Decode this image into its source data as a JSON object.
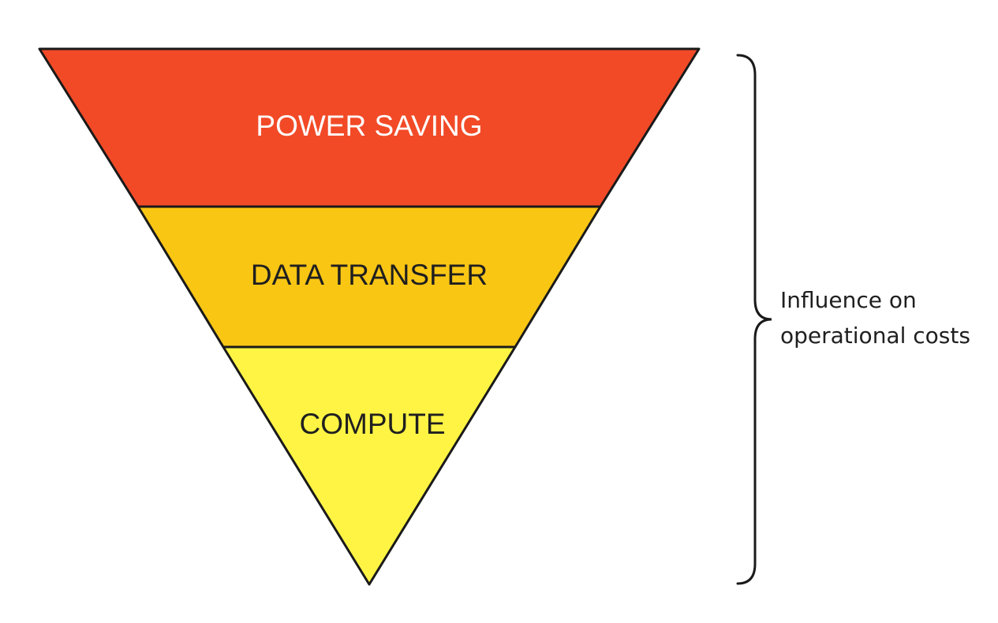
{
  "layers": [
    {
      "label": "POWER SAVING",
      "fill": "#F24A27",
      "text_color": "#FFFFFF"
    },
    {
      "label": "DATA TRANSFER",
      "fill": "#F9C614",
      "text_color": "#1F1F1F"
    },
    {
      "label": "COMPUTE",
      "fill": "#FFF444",
      "text_color": "#1F1F1F"
    }
  ],
  "bracket_label": {
    "line1": "Influence on",
    "line2": "operational costs"
  },
  "colors": {
    "outline": "#1A1A1A",
    "side_text": "#1F1F1F",
    "background": "#FFFFFF"
  }
}
